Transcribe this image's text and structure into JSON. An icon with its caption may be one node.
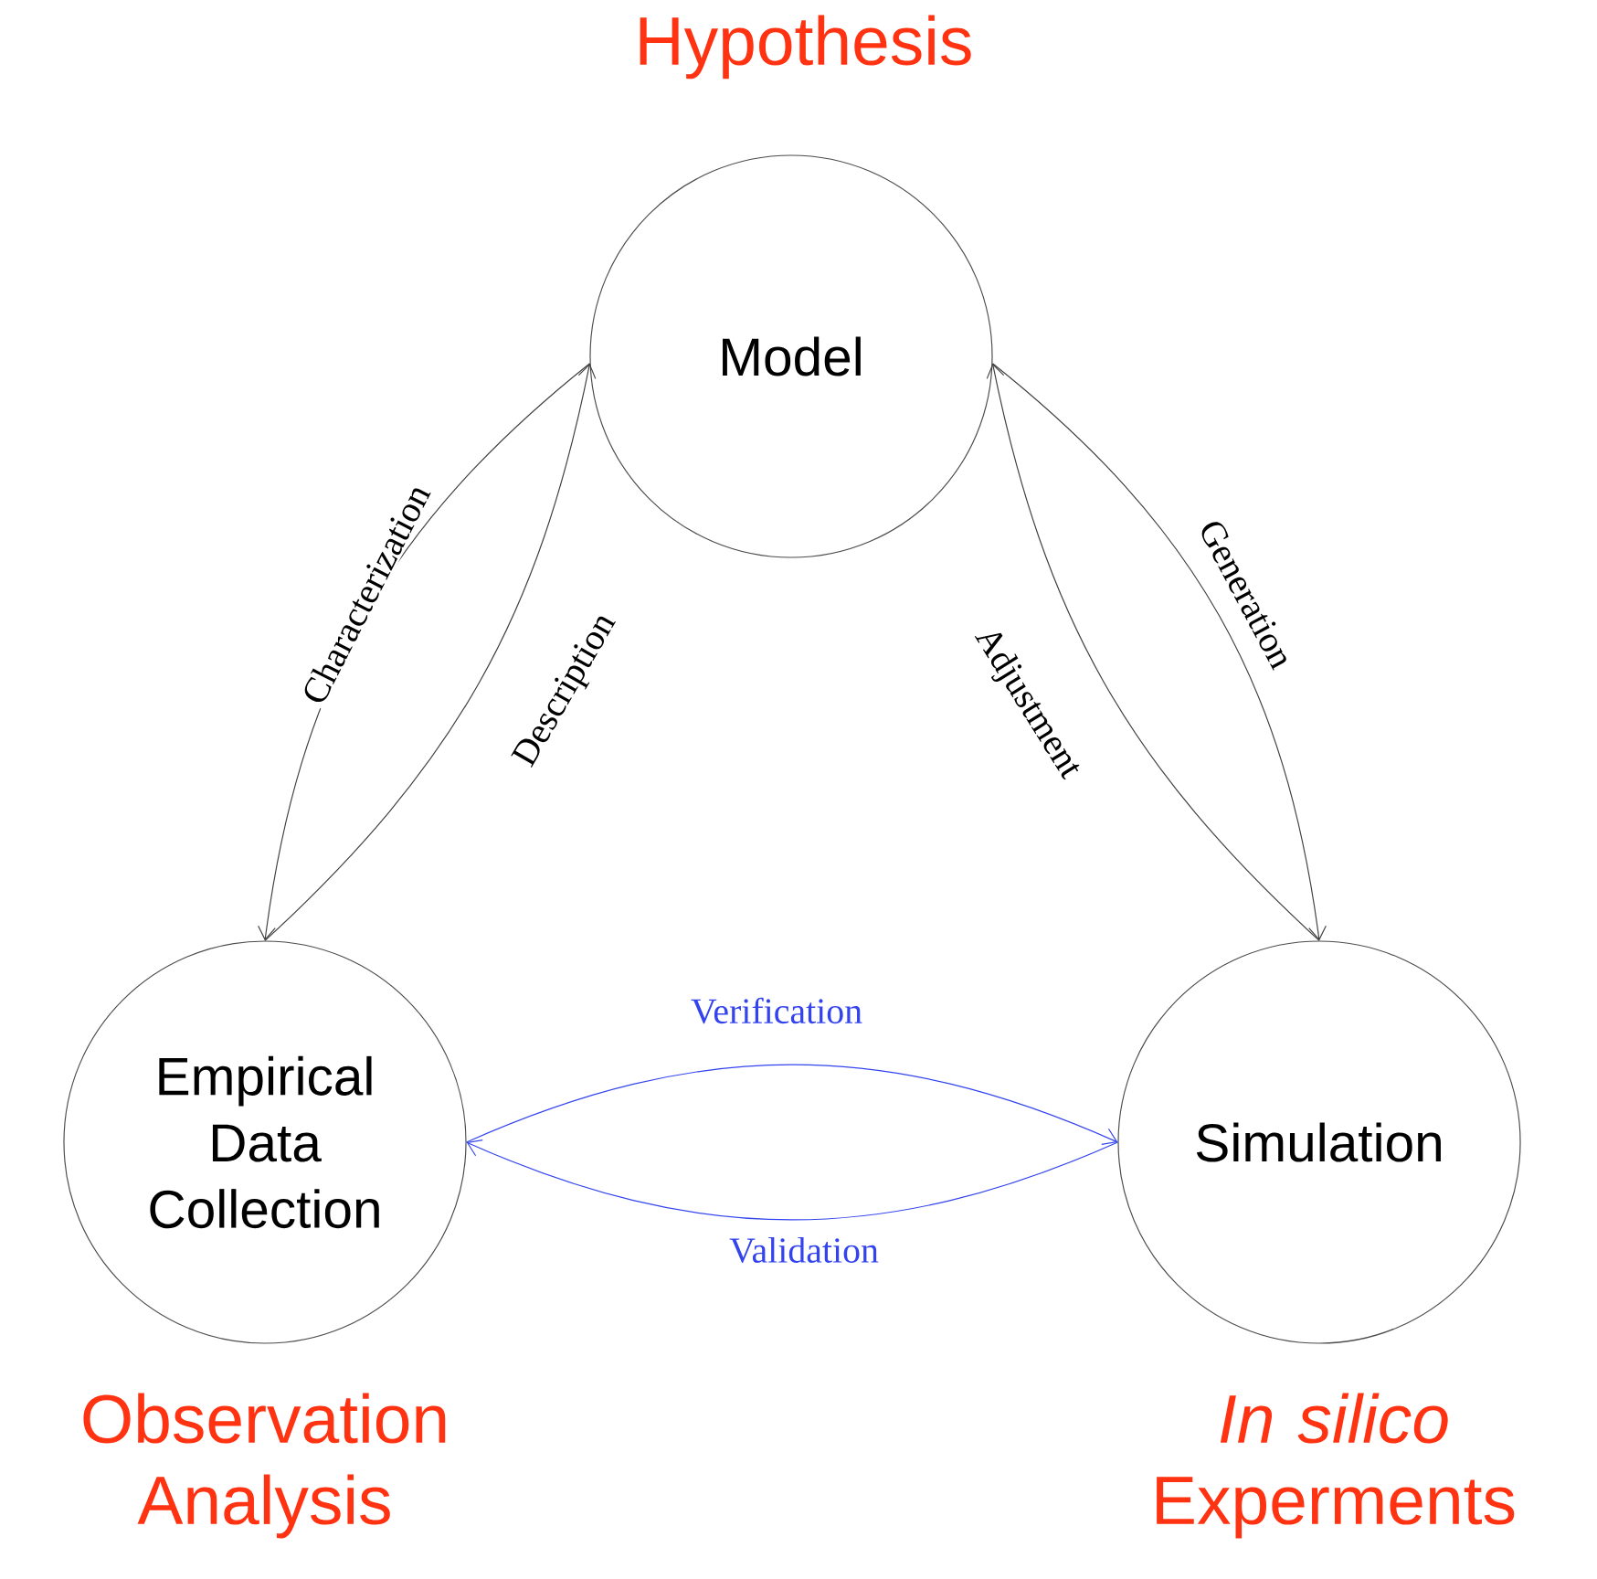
{
  "diagram": {
    "nodes": [
      {
        "text": [
          "Model"
        ]
      },
      {
        "text": [
          "Empirical Data Collection"
        ]
      },
      {
        "text": [
          "Simulation"
        ]
      }
    ],
    "edges": [
      {
        "from": 0,
        "to": 1,
        "arrow": "to",
        "label": "Characterization"
      },
      {
        "from": 1,
        "to": 0,
        "arrow": "to",
        "label": "Description"
      },
      {
        "from": 0,
        "to": 2,
        "arrow": "to",
        "label": "Generation"
      },
      {
        "from": 2,
        "to": 0,
        "arrow": "to",
        "label": "Adjustment"
      },
      {
        "from": 1,
        "to": 2,
        "arrow": "to",
        "label": "Verification",
        "color": "#3344ee"
      },
      {
        "from": 2,
        "to": 1,
        "arrow": "to",
        "label": "Validation",
        "color": "#3344ee"
      }
    ],
    "labels": [
      "Hypothesis",
      "Observation Analysis",
      "*In silico* Experments"
    ]
  }
}
